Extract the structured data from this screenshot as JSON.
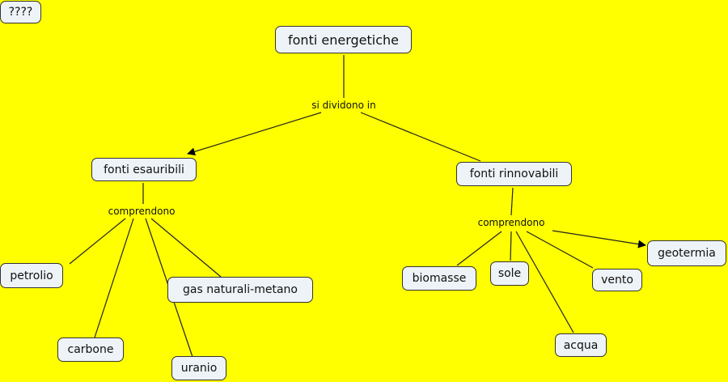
{
  "colors": {
    "background": "#ffff00",
    "node_fill": "#eef3f7",
    "line": "#222222"
  },
  "corner_label": "????",
  "root": "fonti energetiche",
  "link_root": "si dividono in",
  "esauribili": {
    "title": "fonti esauribili",
    "link": "comprendono",
    "items": [
      "petrolio",
      "carbone",
      "uranio",
      "gas naturali-metano"
    ]
  },
  "rinnovabili": {
    "title": "fonti rinnovabili",
    "link": "comprendono",
    "items": [
      "biomasse",
      "sole",
      "acqua",
      "vento",
      "geotermia"
    ]
  }
}
